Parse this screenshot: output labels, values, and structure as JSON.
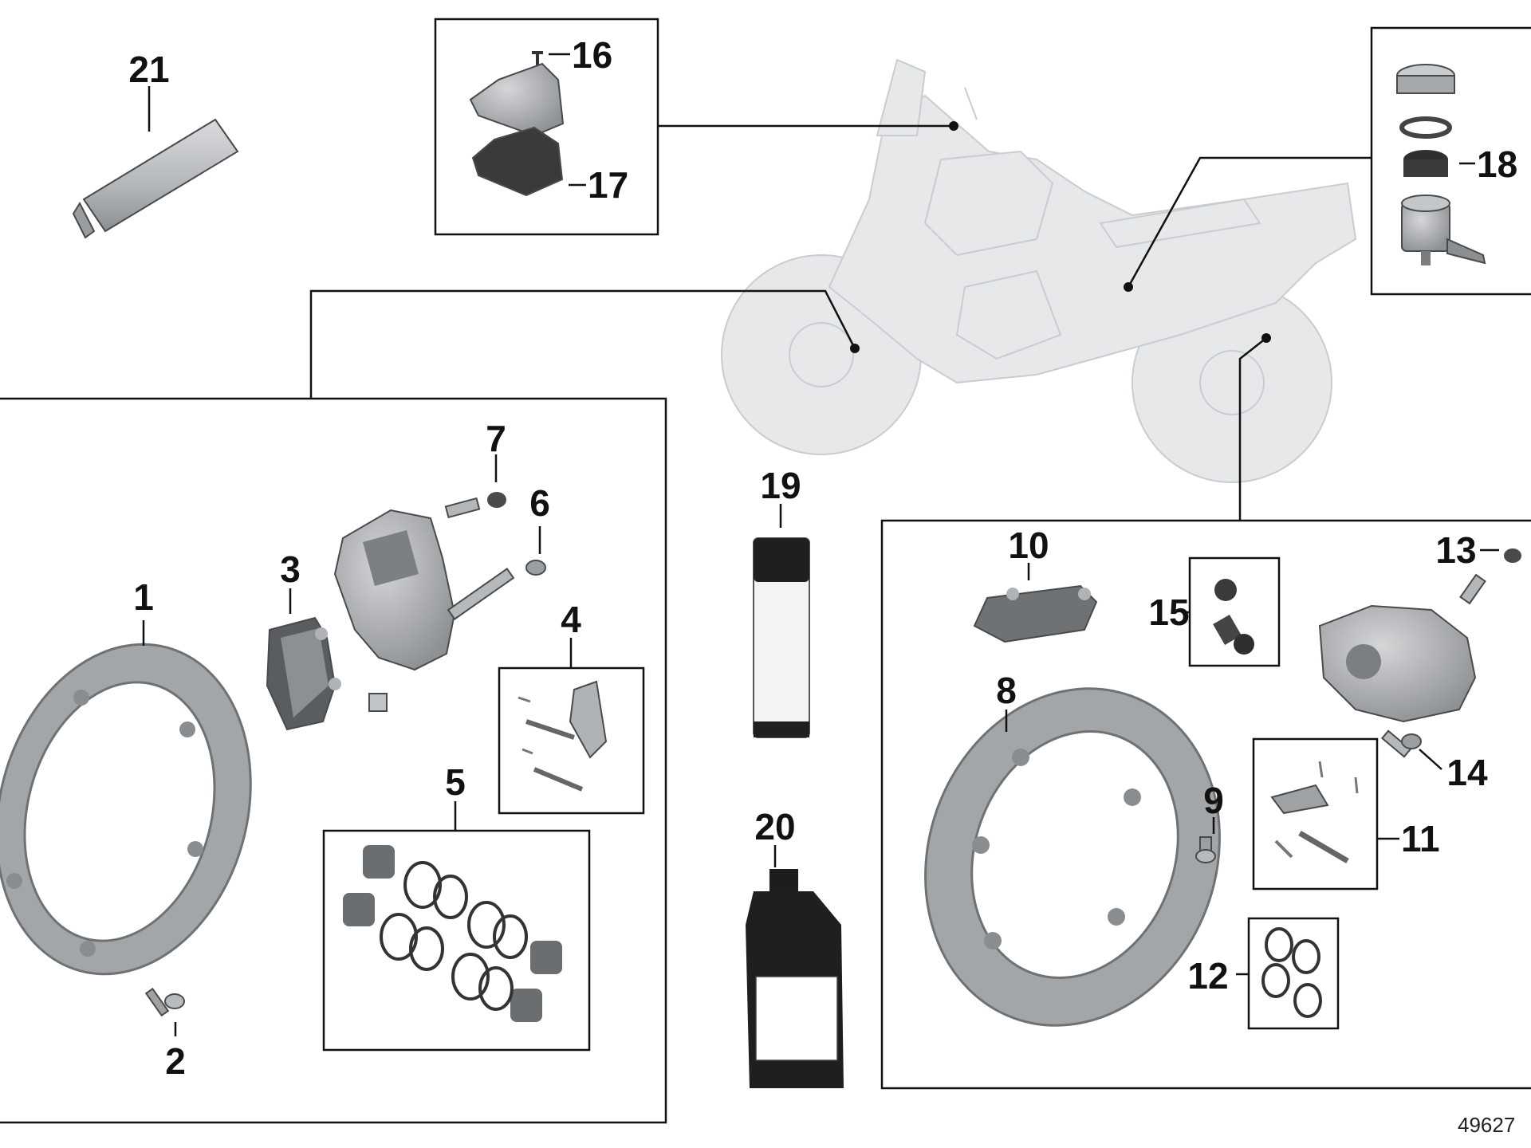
{
  "diagram": {
    "callouts": {
      "c1": "1",
      "c2": "2",
      "c3": "3",
      "c4": "4",
      "c5": "5",
      "c6": "6",
      "c7": "7",
      "c8": "8",
      "c9": "9",
      "c10": "10",
      "c11": "11",
      "c12": "12",
      "c13": "13",
      "c14": "14",
      "c15": "15",
      "c16": "16",
      "c17": "17",
      "c18": "18",
      "c19": "19",
      "c20": "20",
      "c21": "21"
    },
    "document_number": "49627"
  },
  "colors": {
    "line": "#111111",
    "part_fill": "#a9acaf",
    "part_dark": "#555555",
    "motorcycle": "#e6e8ea"
  }
}
